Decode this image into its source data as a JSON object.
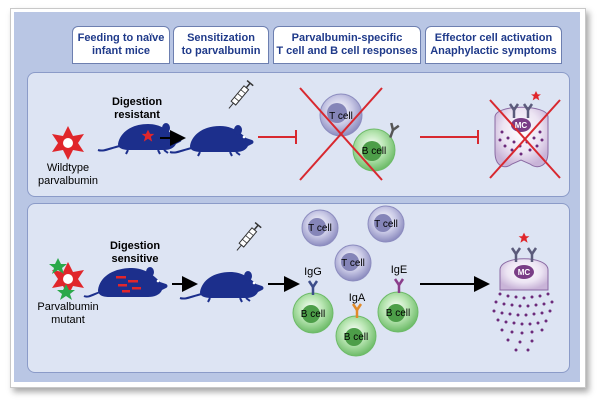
{
  "headers": [
    {
      "line1": "Feeding to naïve",
      "line2": "infant mice"
    },
    {
      "line1": "Sensitization",
      "line2": "to parvalbumin"
    },
    {
      "line1": "Parvalbumin-specific",
      "line2": "T cell and B cell responses"
    },
    {
      "line1": "Effector cell activation",
      "line2": "Anaphylactic symptoms"
    }
  ],
  "top_panel": {
    "label_line1": "Wildtype",
    "label_line2": "parvalbumin",
    "digestion_line1": "Digestion",
    "digestion_line2": "resistant",
    "t_cell": "T cell",
    "b_cell": "B cell",
    "mast_cell": "MC"
  },
  "bottom_panel": {
    "label_line1": "Parvalbumin",
    "label_line2": "mutant",
    "digestion_line1": "Digestion",
    "digestion_line2": "sensitive",
    "t_cell": "T cell",
    "b_cell": "B cell",
    "igg": "IgG",
    "iga": "IgA",
    "ige": "IgE",
    "mast_cell": "MC"
  },
  "colors": {
    "background": "#b9c6e4",
    "panel": "#dde4f3",
    "header_text": "#1f3a8a",
    "mouse": "#1c2f8c",
    "inhibit": "#d8282f",
    "t_cell": "#a7a7cf",
    "b_cell": "#8fd08a",
    "mast_cell": "#7a3d86"
  }
}
